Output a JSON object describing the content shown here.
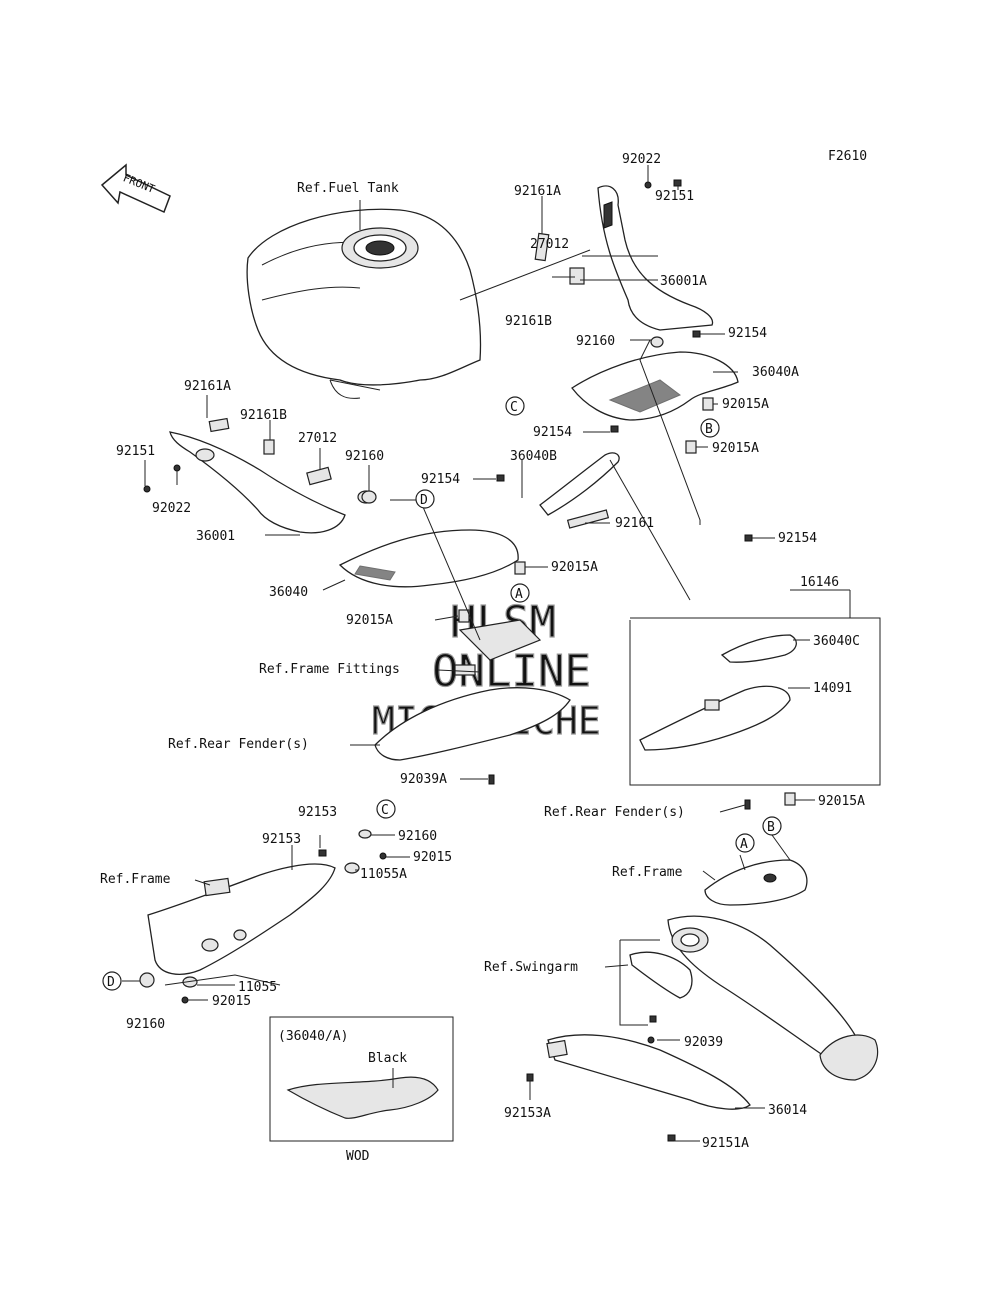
{
  "figure_code": "F2610",
  "front_label": "FRONT",
  "watermark": [
    "HLSM",
    "ONLINE",
    "MICROFICHE"
  ],
  "labels": {
    "ref_fuel_tank": "Ref.Fuel Tank",
    "ref_frame_fittings": "Ref.Frame Fittings",
    "ref_rear_fender_1": "Ref.Rear Fender(s)",
    "ref_rear_fender_2": "Ref.Rear Fender(s)",
    "ref_frame_1": "Ref.Frame",
    "ref_frame_2": "Ref.Frame",
    "ref_swingarm": "Ref.Swingarm",
    "p92022_a": "92022",
    "p92161A_a": "92161A",
    "p92151_a": "92151",
    "p27012_a": "27012",
    "p36001A": "36001A",
    "p92161B_a": "92161B",
    "p92160_a": "92160",
    "p92154_a": "92154",
    "p36040A": "36040A",
    "p92015A_a": "92015A",
    "p92154_b": "92154",
    "p92015A_b": "92015A",
    "p92161A_b": "92161A",
    "p92161B_b": "92161B",
    "p92151_b": "92151",
    "p27012_b": "27012",
    "p92160_b": "92160",
    "p92022_b": "92022",
    "p36001": "36001",
    "p92154_c": "92154",
    "p36040B": "36040B",
    "p92161": "92161",
    "p92015A_c": "92015A",
    "p36040": "36040",
    "p92015A_d": "92015A",
    "p92154_d": "92154",
    "p16146": "16146",
    "p36040C": "36040C",
    "p14091": "14091",
    "p92039A": "92039A",
    "p92015A_e": "92015A",
    "p92153_a": "92153",
    "p92153_b": "92153",
    "p92160_c": "92160",
    "p92015_a": "92015",
    "p11055A": "11055A",
    "p11055": "11055",
    "p92015_b": "92015",
    "p92160_d": "92160",
    "p92039": "92039",
    "p92153A": "92153A",
    "p36014": "36014",
    "p92151A": "92151A"
  },
  "callouts": {
    "c_top": "C",
    "b_top": "B",
    "d_top": "D",
    "a_mid": "A",
    "c_bottom": "C",
    "d_bottom": "D",
    "a_bottom": "A",
    "b_bottom": "B"
  },
  "inset": {
    "title": "(36040/A)",
    "color_label": "Black",
    "footer": "WOD"
  }
}
